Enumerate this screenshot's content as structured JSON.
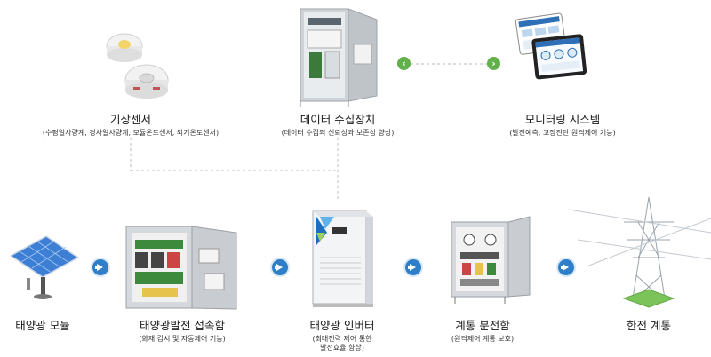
{
  "nodes": {
    "weather_sensor": {
      "title": "기상센서",
      "sub": "(수평일사량계, 경사일사량계, 모듈온도센서, 외기온도센서)"
    },
    "data_collector": {
      "title": "데이터 수집장치",
      "sub": "(데이터 수집의 신뢰성과 보존성 향상)"
    },
    "monitoring": {
      "title": "모니터링 시스템",
      "sub": "(발전예측, 고장진단 원격제어 기능)"
    },
    "pv_module": {
      "title": "태양광 모듈"
    },
    "junction_box": {
      "title": "태양광발전 접속함",
      "sub": "(화재 감시 및 자동제어 기능)"
    },
    "inverter": {
      "title": "태양광 인버터",
      "sub": "(최대전력 제어 통한",
      "sub2": "발전효율 향상)"
    },
    "distribution": {
      "title": "계통 분전함",
      "sub": "(원격제어 계통 보호)"
    },
    "grid": {
      "title": "한전 계통"
    }
  },
  "link_buttons": {
    "left": "‹",
    "right": "›"
  },
  "colors": {
    "arrow": "#2f7fc8",
    "link": "#62b04a",
    "dashed": "#bdbdbd",
    "cabinet": "#c9ced3"
  }
}
